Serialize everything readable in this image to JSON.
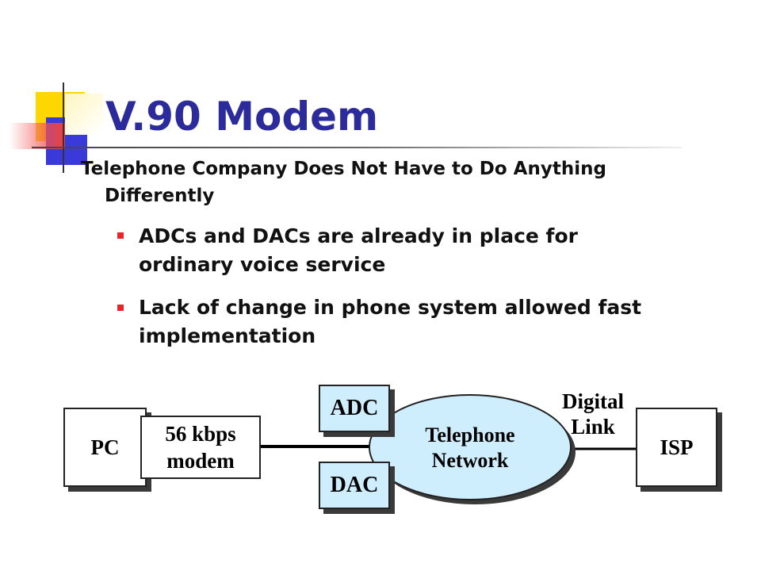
{
  "slide": {
    "title": "V.90 Modem",
    "main_point": "Telephone Company Does Not Have to Do Anything Differently",
    "sub_points": [
      "ADCs and DACs are already in place for ordinary voice service",
      "Lack of change in phone system allowed fast implementation"
    ]
  },
  "diagram": {
    "pc": "PC",
    "modem": "56 kbps modem",
    "adc": "ADC",
    "dac": "DAC",
    "network": "Telephone Network",
    "digital_link": "Digital Link",
    "isp": "ISP"
  },
  "colors": {
    "title": "#2b2b9b",
    "bullet": "#e8252a",
    "network_fill": "#cfeefd",
    "converter_fill": "#cfeefd"
  }
}
